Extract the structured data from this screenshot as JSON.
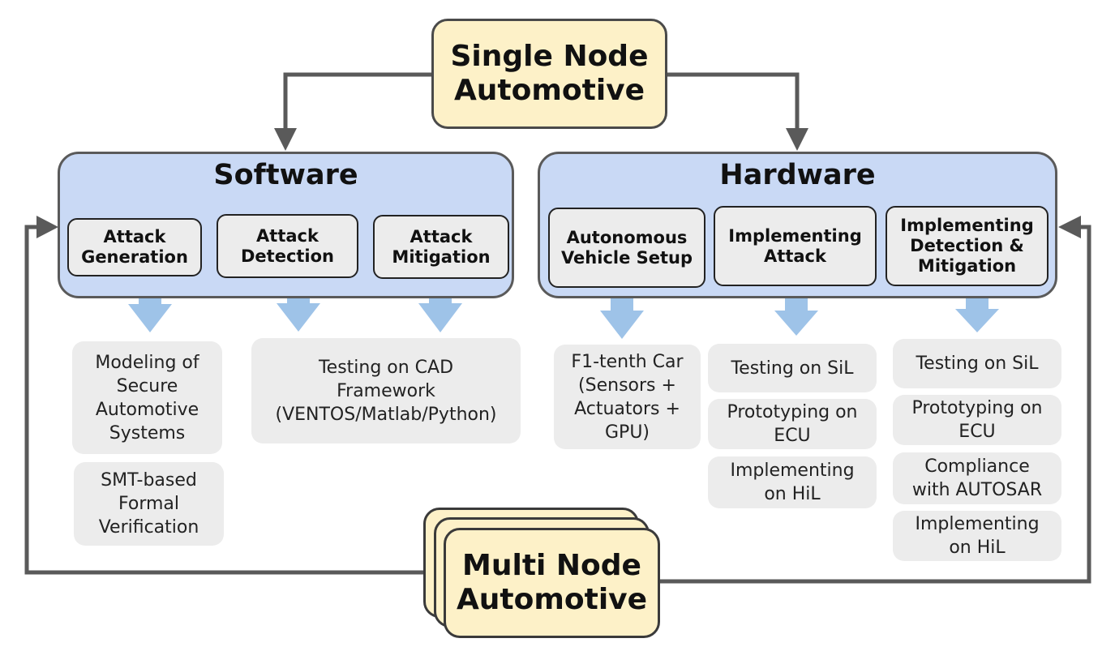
{
  "top": {
    "title": "Single Node\nAutomotive"
  },
  "bottom": {
    "title": "Multi Node\nAutomotive"
  },
  "software": {
    "title": "Software",
    "items": [
      "Attack\nGeneration",
      "Attack\nDetection",
      "Attack\nMitigation"
    ]
  },
  "hardware": {
    "title": "Hardware",
    "items": [
      "Autonomous\nVehicle Setup",
      "Implementing\nAttack",
      "Implementing\nDetection &\nMitigation"
    ]
  },
  "outputs": {
    "sw_gen": [
      "Modeling of\nSecure\nAutomotive\nSystems",
      "SMT-based\nFormal\nVerification"
    ],
    "sw_cad": "Testing on CAD\nFramework\n(VENTOS/Matlab/Python)",
    "hw_car": "F1-tenth Car\n(Sensors +\nActuators +\nGPU)",
    "hw_attack": [
      "Testing on SiL",
      "Prototyping on\nECU",
      "Implementing\non HiL"
    ],
    "hw_mitig": [
      "Testing on SiL",
      "Prototyping on\nECU",
      "Compliance\nwith AUTOSAR",
      "Implementing\non HiL"
    ]
  },
  "colors": {
    "yellow_box": "#fdf1c8",
    "group_box": "#c9d9f5",
    "sub_box": "#ececec",
    "connector": "#5a5a5a",
    "down_arrow": "#9ec3e8"
  }
}
